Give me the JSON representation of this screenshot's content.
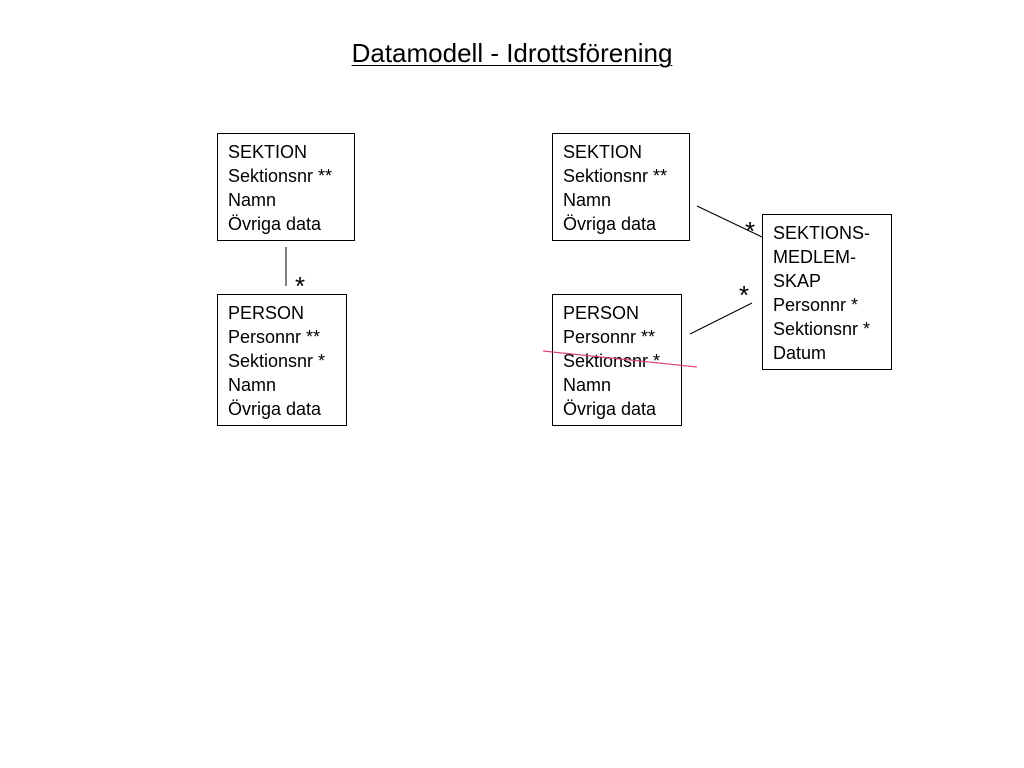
{
  "title": "Datamodell - Idrottsförening",
  "left_model": {
    "sektion": {
      "name": "SEKTION",
      "attributes": [
        "Sektionsnr **",
        "Namn",
        "Övriga data"
      ]
    },
    "person": {
      "name": "PERSON",
      "attributes": [
        "Personnr **",
        "Sektionsnr *",
        "Namn",
        "Övriga data"
      ]
    },
    "cardinality": "*"
  },
  "right_model": {
    "sektion": {
      "name": "SEKTION",
      "attributes": [
        "Sektionsnr **",
        "Namn",
        "Övriga data"
      ]
    },
    "person": {
      "name": "PERSON",
      "attributes": [
        "Personnr **",
        "Sektionsnr *",
        "Namn",
        "Övriga data"
      ]
    },
    "membership": {
      "name_lines": [
        "SEKTIONS-",
        "MEDLEM-",
        "SKAP"
      ],
      "attributes": [
        "Personnr *",
        "Sektionsnr *",
        "Datum"
      ]
    },
    "cardinality_sektion": "*",
    "cardinality_person": "*",
    "struck_attribute": "Sektionsnr *"
  },
  "colors": {
    "lines": "#000000",
    "strike": "#e0407a"
  }
}
